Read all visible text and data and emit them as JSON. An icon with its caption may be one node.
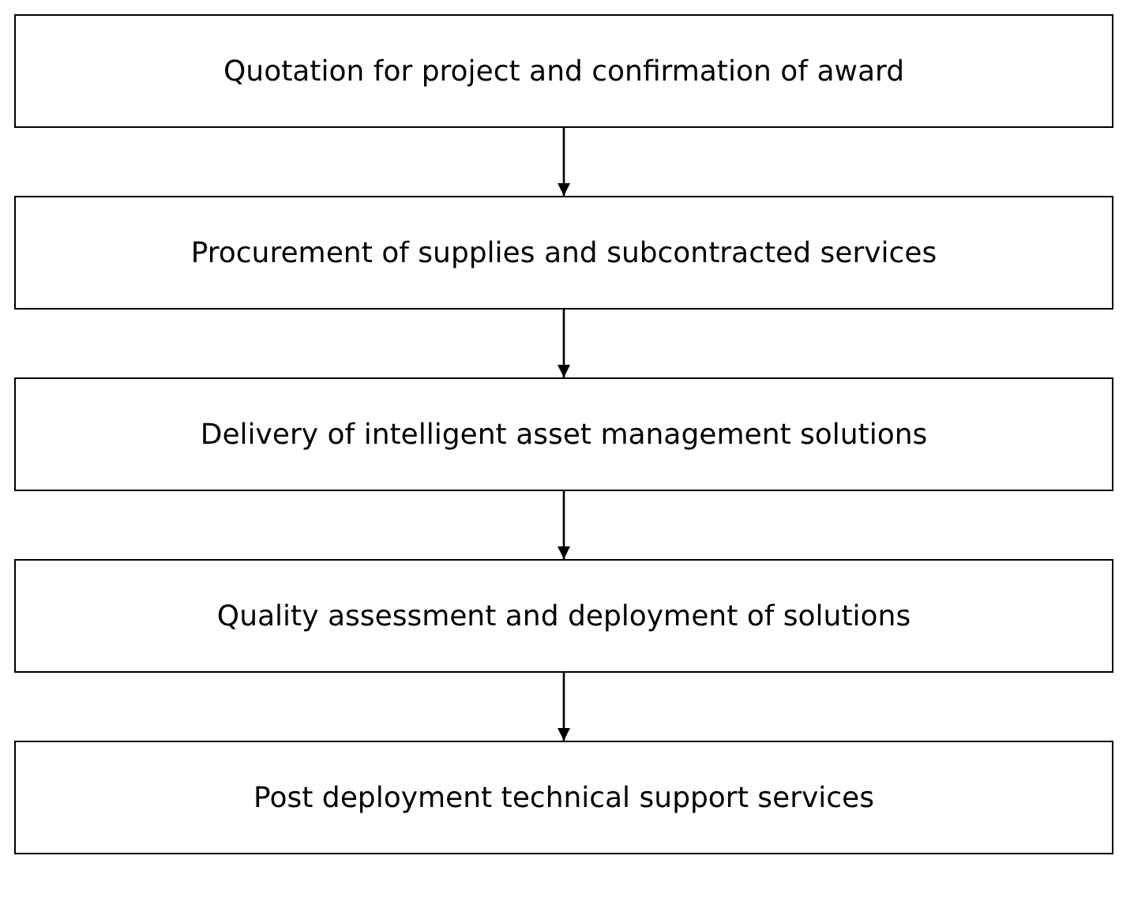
{
  "diagram": {
    "nodes": [
      {
        "text": [
          "Quotation for project and confirmation of award"
        ]
      },
      {
        "text": [
          "Procurement of supplies and subcontracted services"
        ]
      },
      {
        "text": [
          "Delivery of intelligent asset management solutions"
        ]
      },
      {
        "text": [
          "Quality assessment and deployment of solutions"
        ]
      },
      {
        "text": [
          "Post deployment technical support services"
        ]
      }
    ],
    "edges": [
      {
        "from": 0,
        "to": 1,
        "arrow": "to"
      },
      {
        "from": 1,
        "to": 2,
        "arrow": "to"
      },
      {
        "from": 2,
        "to": 3,
        "arrow": "to"
      },
      {
        "from": 3,
        "to": 4,
        "arrow": "to"
      }
    ]
  }
}
